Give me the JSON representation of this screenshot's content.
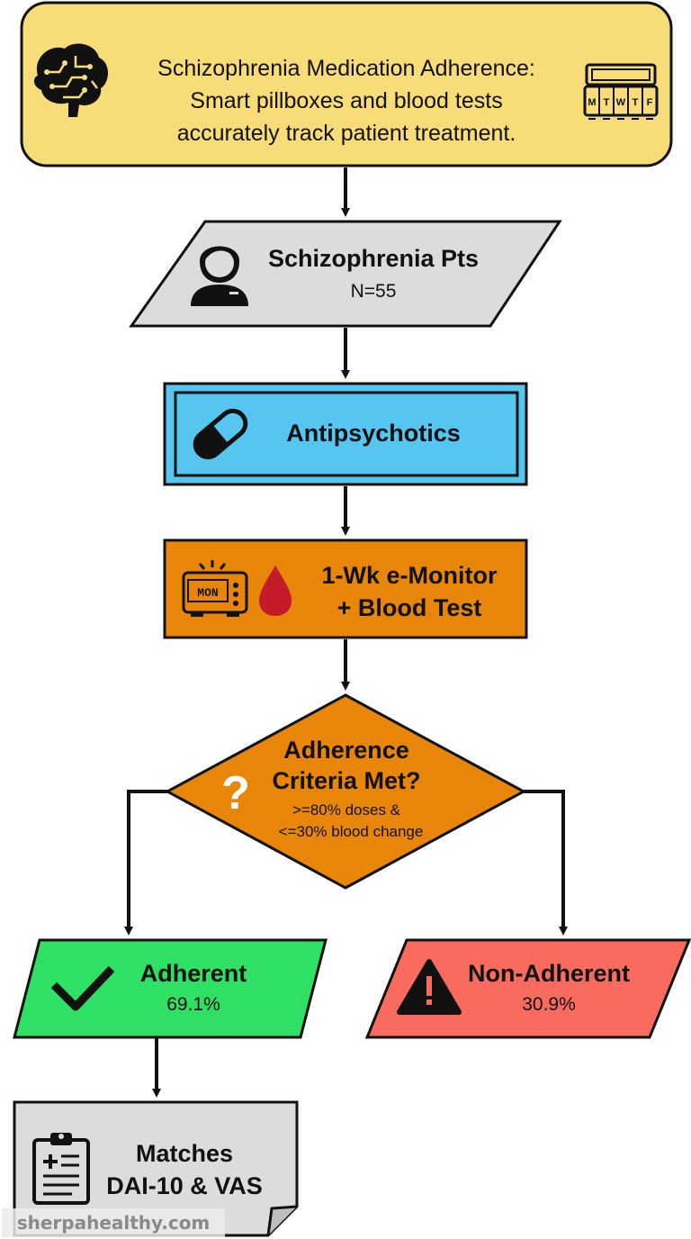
{
  "header": {
    "title_line1": "Schizophrenia Medication Adherence:",
    "title_line2": "Smart pillboxes and blood tests",
    "title_line3": "accurately track patient treatment.",
    "pillbox_days": [
      "M",
      "T",
      "W",
      "T",
      "F"
    ]
  },
  "population": {
    "title": "Schizophrenia Pts",
    "count": "N=55"
  },
  "treatment": {
    "label": "Antipsychotics"
  },
  "monitoring": {
    "line1": "1-Wk e-Monitor",
    "line2": "+ Blood Test",
    "device_label": "MON"
  },
  "decision": {
    "line1": "Adherence",
    "line2": "Criteria Met?",
    "line3": ">=80% doses &",
    "line4": "<=30% blood change",
    "icon": "?"
  },
  "adherent": {
    "label": "Adherent",
    "percent": "69.1%"
  },
  "non_adherent": {
    "label": "Non-Adherent",
    "percent": "30.9%"
  },
  "validation": {
    "line1": "Matches",
    "line2": "DAI-10 & VAS"
  },
  "watermark": "sherpahealthy.com",
  "colors": {
    "header": "#f7dc78",
    "population": "#dcdcdc",
    "treatment": "#56c6f0",
    "monitoring": "#e8860a",
    "decision": "#e8860a",
    "adherent": "#2fe064",
    "non_adherent": "#f96b5e",
    "validation": "#dcdcdc"
  },
  "icons": [
    "brain-icon",
    "pillbox-icon",
    "person-icon",
    "capsule-icon",
    "monitor-device-icon",
    "blood-drop-icon",
    "question-icon",
    "checkmark-icon",
    "warning-icon",
    "clipboard-icon"
  ]
}
